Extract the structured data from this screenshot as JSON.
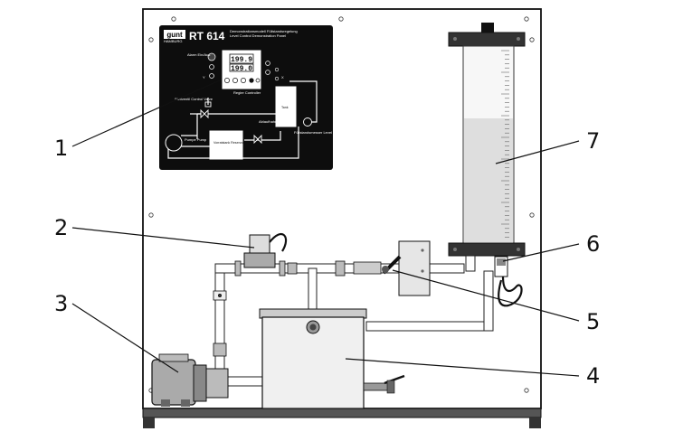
{
  "panel": {
    "brand": "gunt",
    "brand_sub": "HAMBURG",
    "model": "RT 614",
    "subtitle_de": "Demonstrationsmodell Füllstandsregelung",
    "subtitle_en": "Level Control Demonstration Panel",
    "controller": {
      "display_top": "199.9",
      "display_bottom": "199.0",
      "label": "Regler Controller"
    },
    "labels": {
      "valve": "Stellventil Control Valve",
      "tank": "Tank",
      "pump": "Pumpe Pump",
      "reservoir": "Vorratstank Reservoir",
      "drain": "Ablaufhahn Drain Cock",
      "sensor": "Füllstandsmesser Level Sensor",
      "alarm": "Alarm Ein/Aus",
      "x": "X",
      "y": "Y"
    }
  },
  "callouts": [
    {
      "num": "1"
    },
    {
      "num": "2"
    },
    {
      "num": "3"
    },
    {
      "num": "4"
    },
    {
      "num": "5"
    },
    {
      "num": "6"
    },
    {
      "num": "7"
    }
  ]
}
